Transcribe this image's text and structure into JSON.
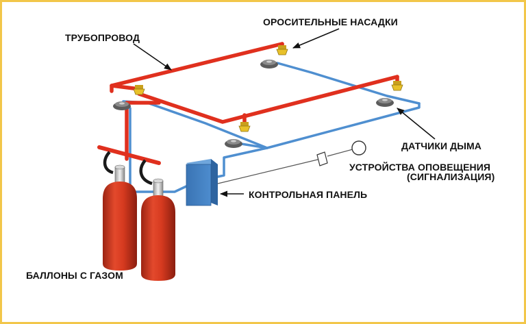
{
  "labels": {
    "pipeline": "ТРУБОПРОВОД",
    "nozzles": "ОРОСИТЕЛЬНЫЕ НАСАДКИ",
    "smoke_detectors": "ДАТЧИКИ ДЫМА",
    "alarm_line1": "УСТРОЙСТВА ОПОВЕЩЕНИЯ",
    "alarm_line2": "(СИГНАЛИЗАЦИЯ)",
    "control_panel": "КОНТРОЛЬНАЯ ПАНЕЛЬ",
    "gas_cylinders": "БАЛЛОНЫ С ГАЗОМ"
  },
  "colors": {
    "pipe_red": "#e0301e",
    "wire_blue": "#4f8fd0",
    "cylinder_red": "#d9391f",
    "panel_blue": "#3f7fc0",
    "nozzle_yellow": "#e8c12a",
    "detector_gray": "#5c5c5c",
    "frame_yellow": "#f2c64a"
  }
}
